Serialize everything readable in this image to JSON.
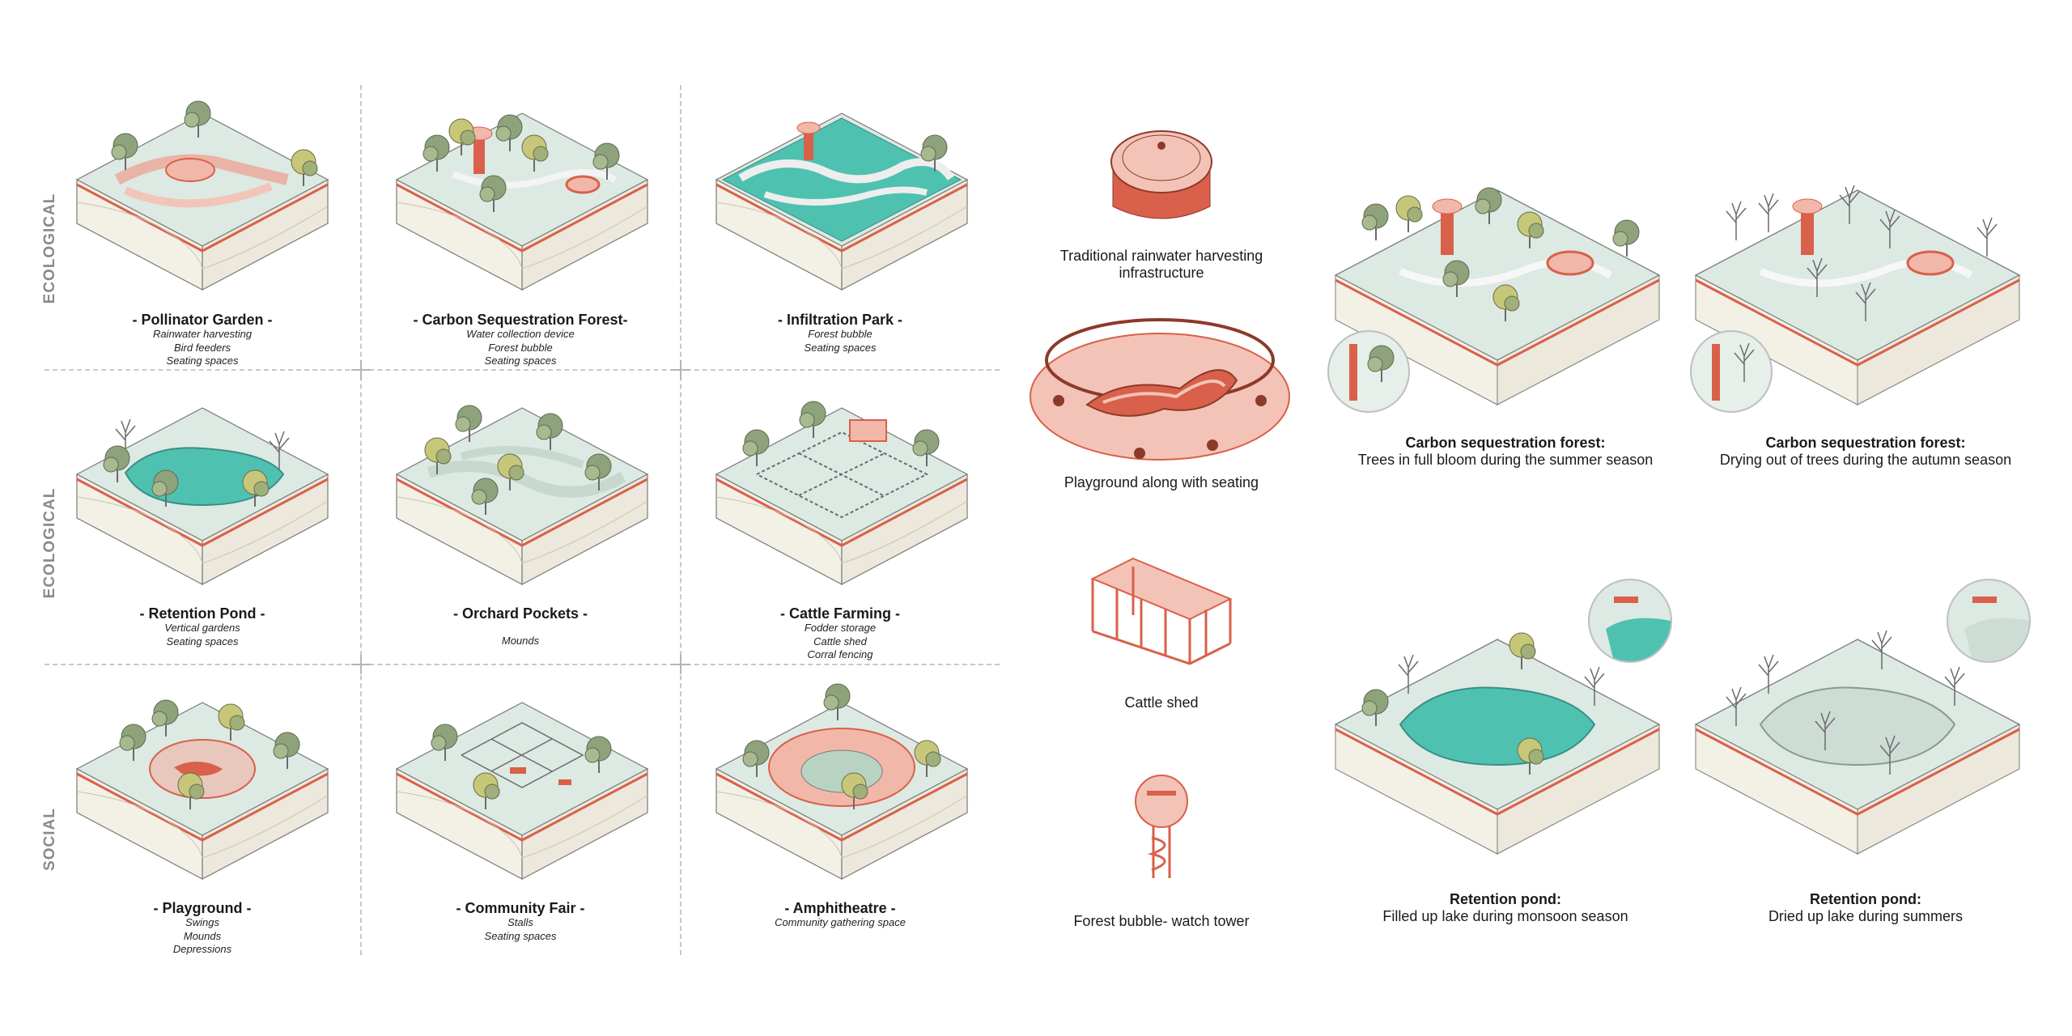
{
  "row_labels": [
    "ECOLOGICAL",
    "ECOLOGICAL",
    "SOCIAL"
  ],
  "grid": [
    {
      "title": "- Pollinator Garden -",
      "items": [
        "Rainwater harvesting",
        "Bird feeders",
        "Seating spaces"
      ]
    },
    {
      "title": "- Carbon Sequestration Forest-",
      "items": [
        "Water collection device",
        "Forest bubble",
        "Seating spaces"
      ]
    },
    {
      "title": "- Infiltration Park -",
      "items": [
        "Forest bubble",
        "Seating spaces"
      ]
    },
    {
      "title": "- Retention Pond -",
      "items": [
        "Vertical gardens",
        "Seating spaces"
      ]
    },
    {
      "title": "- Orchard Pockets -",
      "items": [
        "Mounds"
      ]
    },
    {
      "title": "- Cattle Farming -",
      "items": [
        "Fodder storage",
        "Cattle shed",
        "Corral fencing"
      ]
    },
    {
      "title": "- Playground -",
      "items": [
        "Swings",
        "Mounds",
        "Depressions"
      ]
    },
    {
      "title": "- Community Fair -",
      "items": [
        "Stalls",
        "Seating spaces"
      ]
    },
    {
      "title": "- Amphitheatre -",
      "items": [
        "Community gathering space"
      ]
    }
  ],
  "elements": [
    {
      "caption": "Traditional rainwater harvesting\ninfrastructure"
    },
    {
      "caption": "Playground along with seating"
    },
    {
      "caption": "Cattle shed"
    },
    {
      "caption": "Forest bubble- watch tower"
    }
  ],
  "seasonal": [
    {
      "heading": "Carbon sequestration forest:",
      "text": "Trees in full bloom during the summer season"
    },
    {
      "heading": "Carbon sequestration forest:",
      "text": "Drying out of trees during the autumn season"
    },
    {
      "heading": "Retention pond:",
      "text": "Filled up lake during monsoon season"
    },
    {
      "heading": "Retention pond:",
      "text": "Dried up lake during summers"
    }
  ],
  "colors": {
    "accent": "#d9604a",
    "accent_light": "#f1b8aa",
    "water": "#4fc1b0",
    "ground": "#dde9e3",
    "tree": "#8ea27c"
  }
}
